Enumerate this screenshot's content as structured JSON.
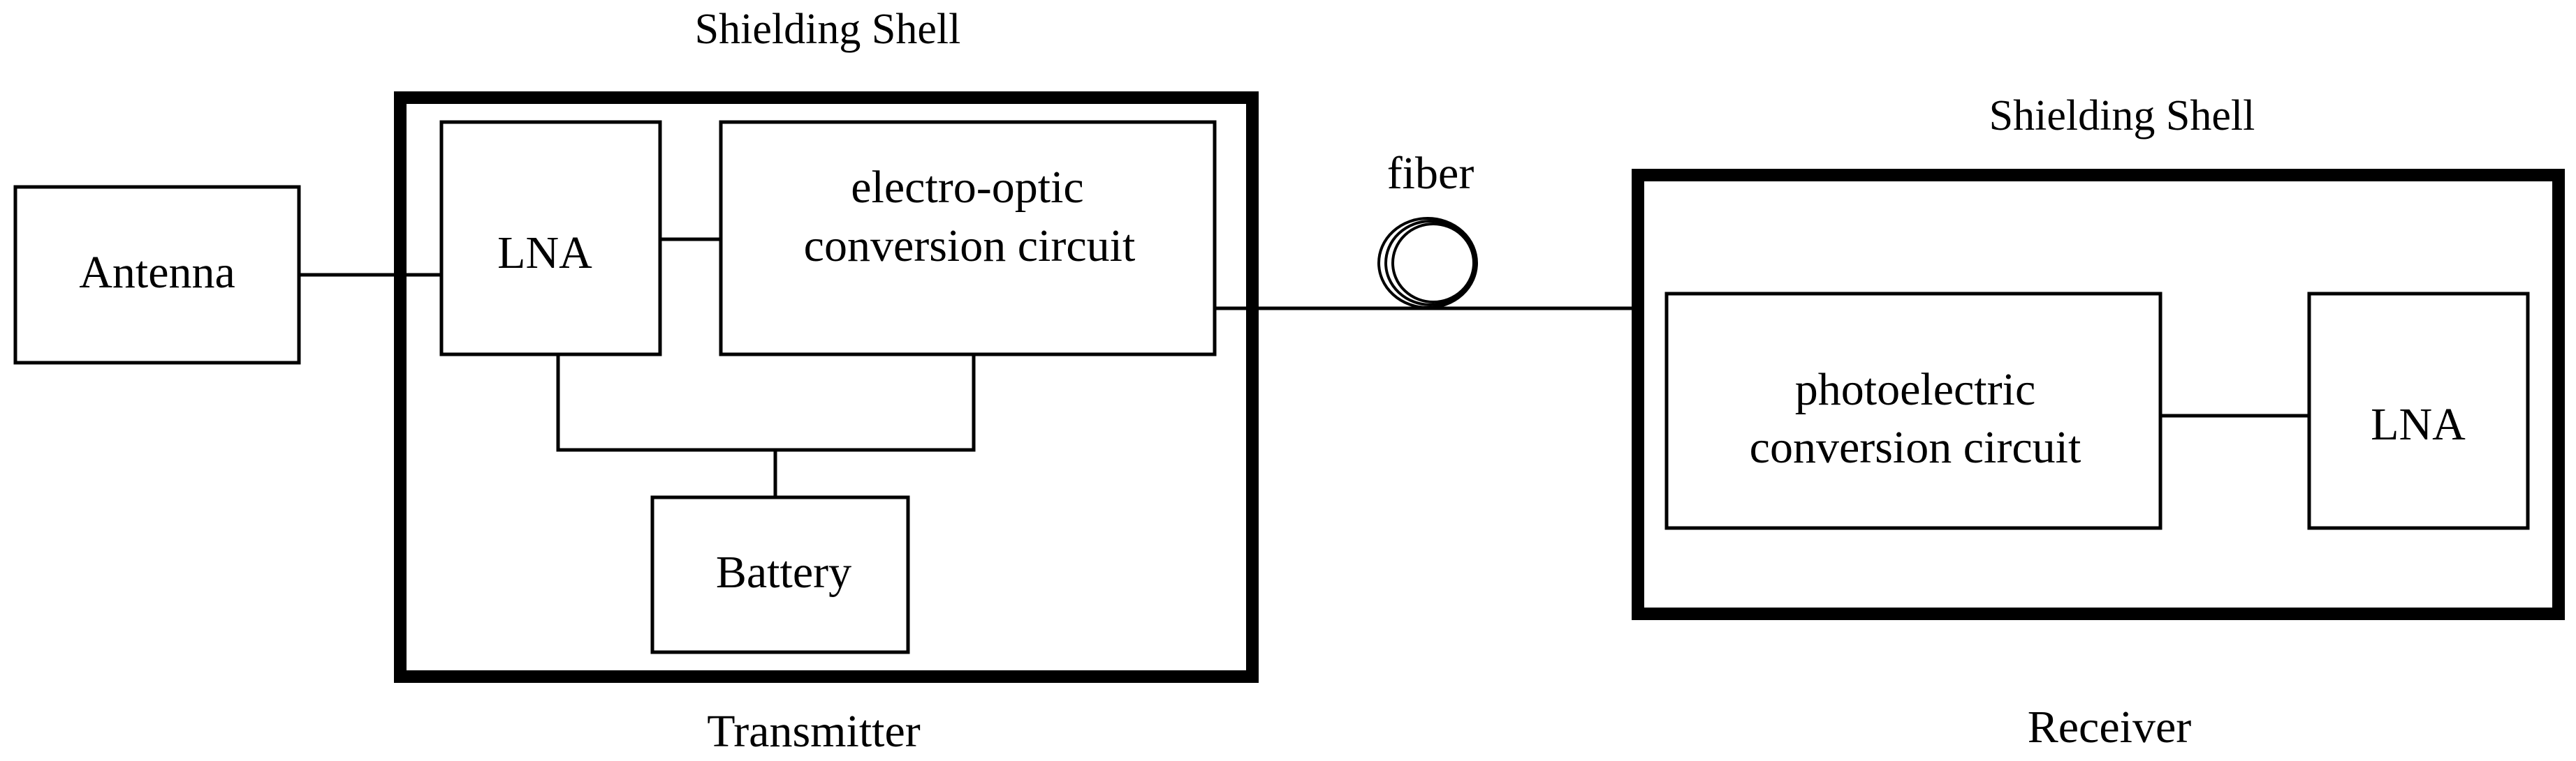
{
  "diagram": {
    "antenna_label": "Antenna",
    "transmitter": {
      "shell_label": "Shielding Shell",
      "caption": "Transmitter",
      "lna_label": "LNA",
      "eo_line1": "electro-optic",
      "eo_line2": "conversion circuit",
      "battery_label": "Battery"
    },
    "fiber_label": "fiber",
    "receiver": {
      "shell_label": "Shielding Shell",
      "caption": "Receiver",
      "pe_line1": "photoelectric",
      "pe_line2": "conversion circuit",
      "lna_label": "LNA"
    },
    "colors": {
      "stroke": "#000000",
      "background": "#ffffff"
    }
  }
}
